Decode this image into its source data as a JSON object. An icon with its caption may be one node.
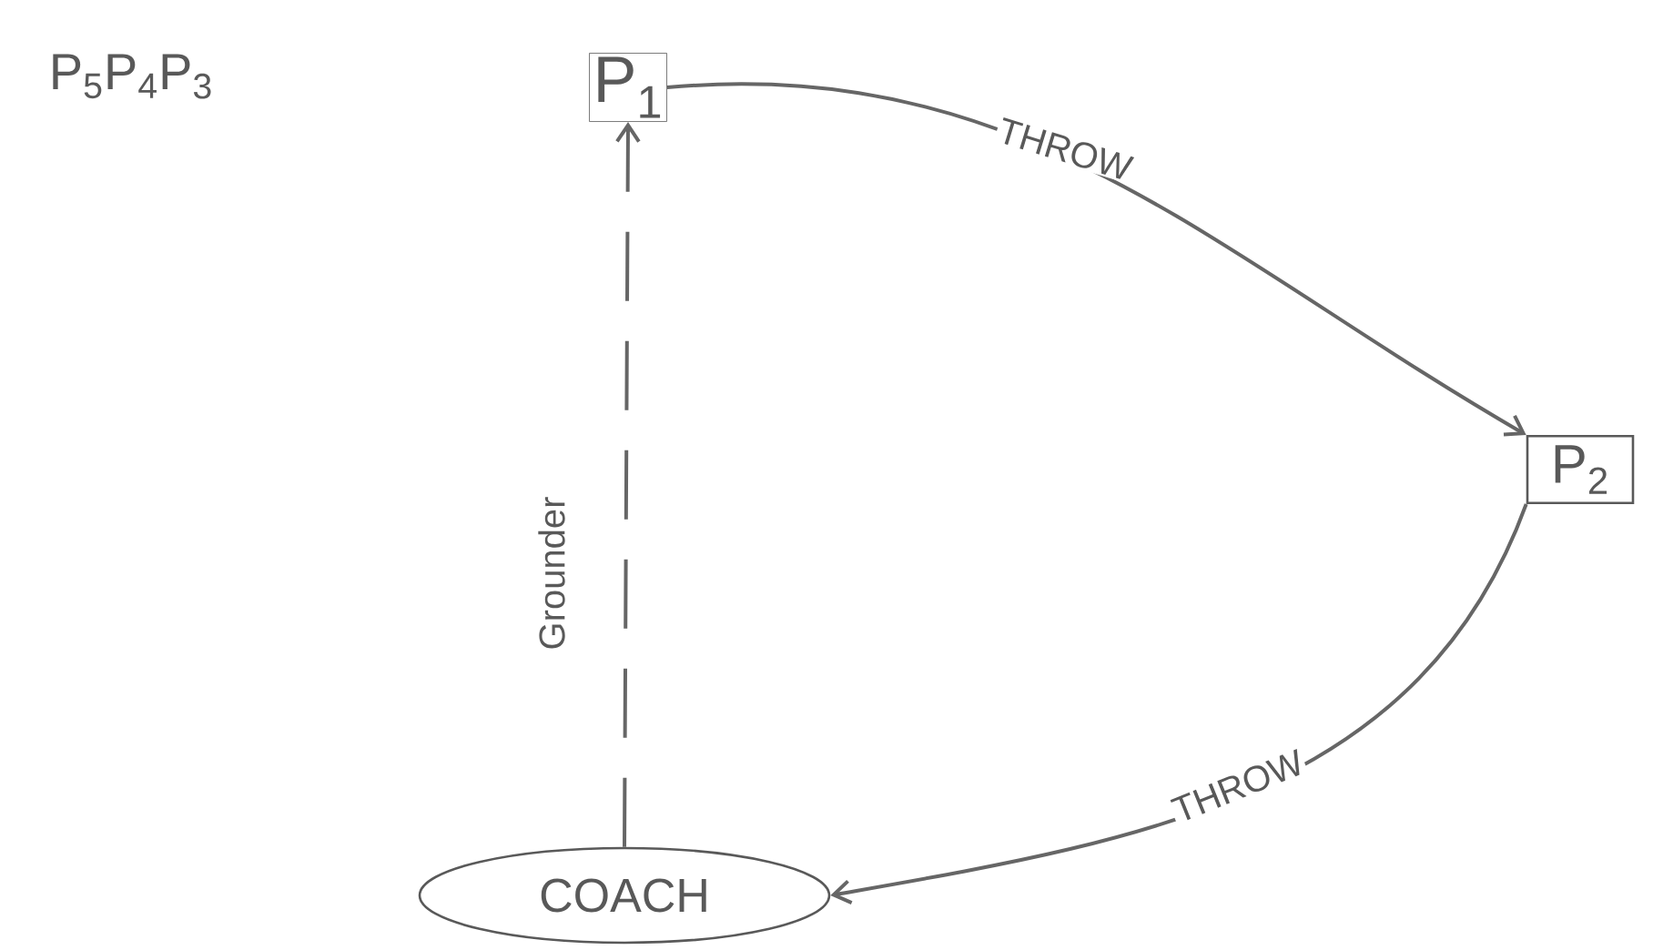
{
  "diagram": {
    "nodes": [
      {
        "text": [
          "P$_{1}$"
        ]
      },
      {
        "text": [
          "P$_{2}$"
        ]
      },
      {
        "text": [
          "COACH"
        ]
      }
    ],
    "edges": [
      {
        "from": 0,
        "to": 1,
        "arrow": "to",
        "label": "THROW"
      },
      {
        "from": 1,
        "to": 2,
        "arrow": "to",
        "label": "THROW"
      },
      {
        "from": 2,
        "to": 0,
        "arrow": "to",
        "label": "Grounder",
        "style": "dashed"
      }
    ],
    "labels": [
      "P$_{5}$P$_{4}$P$_{3}$"
    ]
  }
}
